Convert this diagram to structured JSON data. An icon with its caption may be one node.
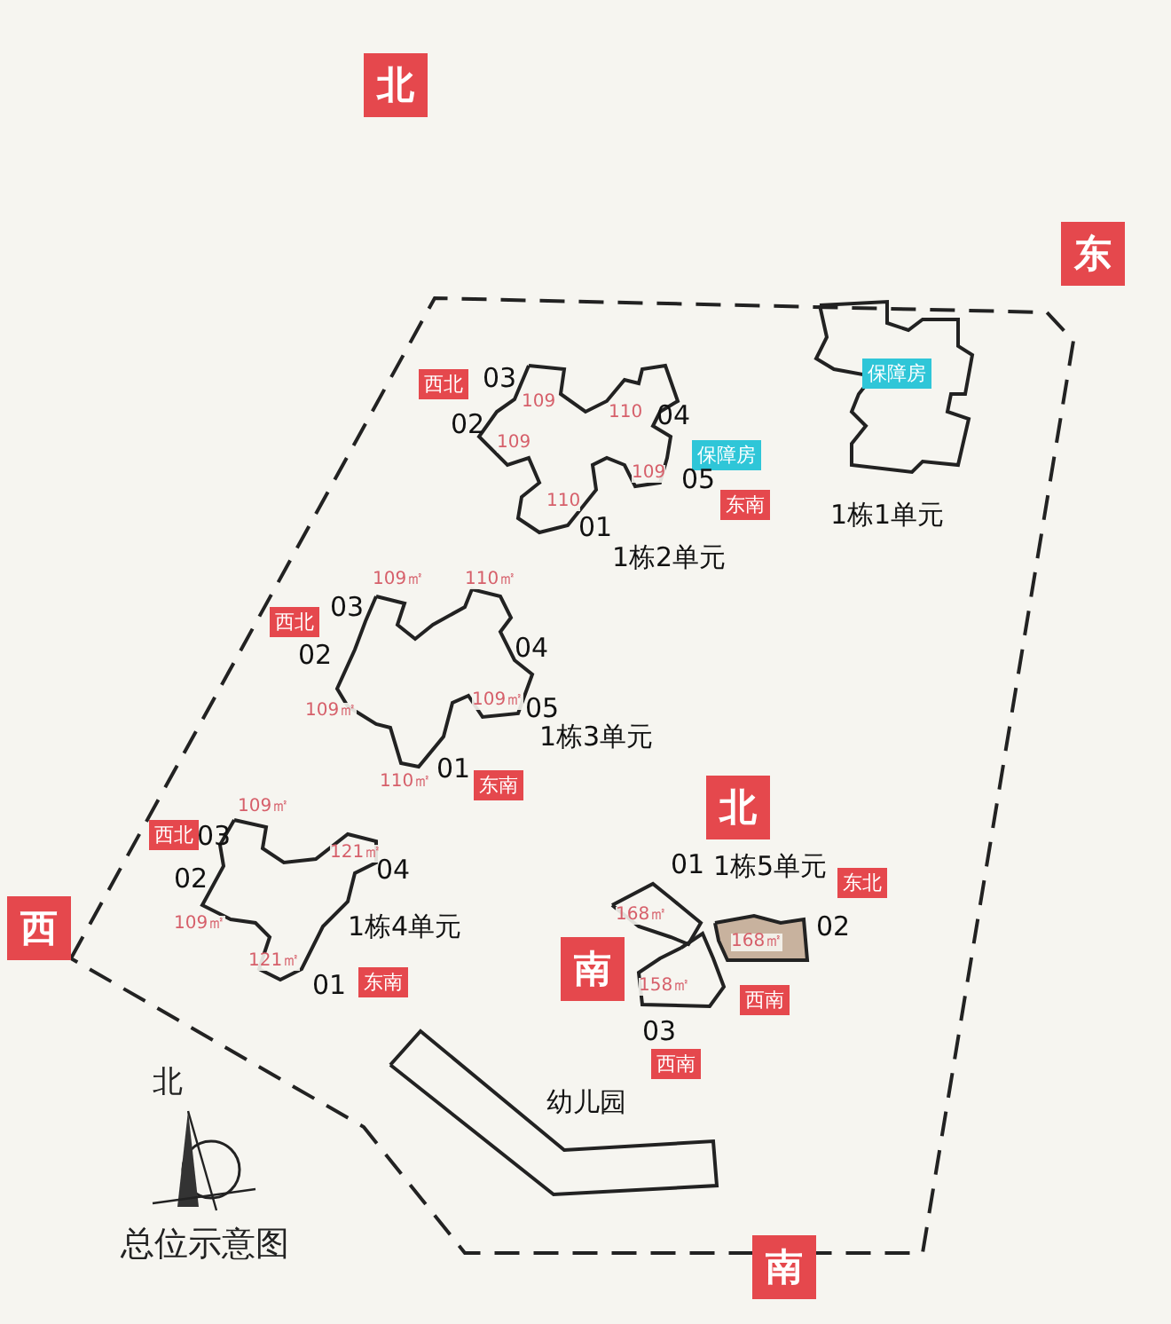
{
  "diagram": {
    "caption": "总位示意图",
    "nodes": [
      {
        "text": [],
        "shape": "polygon"
      },
      {
        "text": [
          "保障房",
          "1栋1单元"
        ],
        "in": 0
      },
      {
        "text": [
          "109",
          "110",
          "109",
          "109",
          "110",
          "西北",
          "03",
          "02",
          "04",
          "保障房",
          "05",
          "东南",
          "01",
          "1栋2单元"
        ],
        "in": 0
      },
      {
        "text": [
          "109㎡",
          "110㎡",
          "109㎡",
          "109㎡",
          "110㎡",
          "西北",
          "03",
          "02",
          "04",
          "05",
          "1栋3单元",
          "01",
          "东南"
        ],
        "in": 0
      },
      {
        "text": [
          "109㎡",
          "121㎡",
          "109㎡",
          "121㎡",
          "西北",
          "03",
          "02",
          "04",
          "1栋4单元",
          "01",
          "东南"
        ],
        "in": 0
      },
      {
        "text": [
          "168㎡",
          "168㎡",
          "158㎡",
          "01",
          "1栋5单元",
          "东北",
          "02",
          "西南",
          "03",
          "西南"
        ],
        "in": 0
      },
      {
        "text": [
          "幼儿园"
        ],
        "in": 0
      }
    ],
    "labels": [
      "北",
      "东",
      "北",
      "西",
      "南",
      "北",
      "南"
    ]
  }
}
